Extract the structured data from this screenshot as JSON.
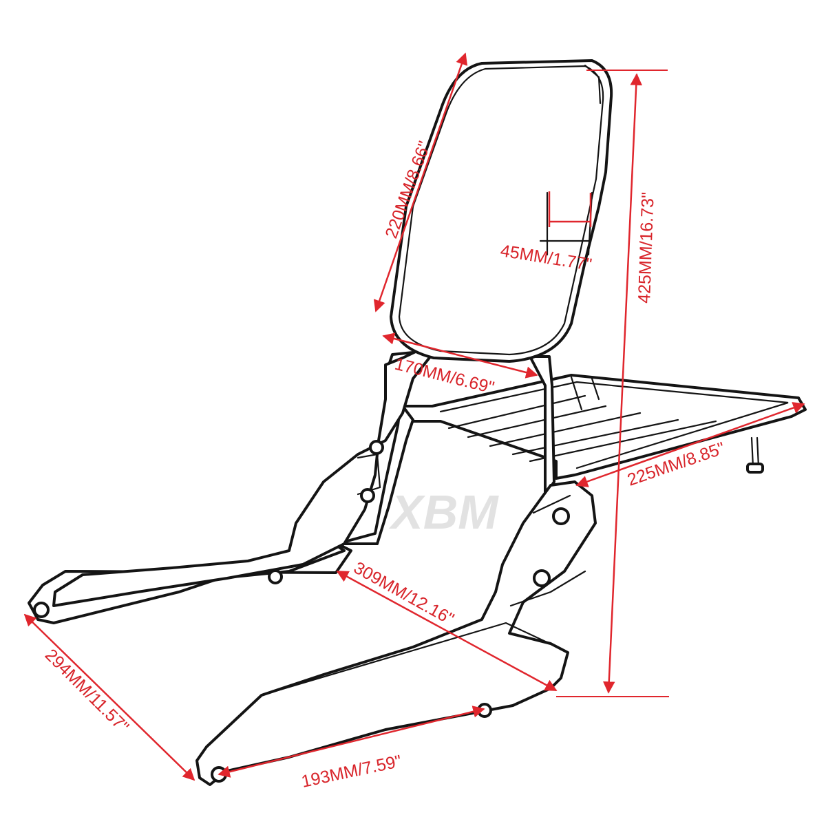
{
  "watermark": "XBM",
  "dimensions": {
    "pad_height": "220MM/8.66\"",
    "pad_thickness": "45MM/1.77\"",
    "pad_width": "170MM/6.69\"",
    "total_height": "425MM/16.73\"",
    "rack_width": "225MM/8.85\"",
    "bracket_length": "309MM/12.16\"",
    "mount_span": "294MM/11.57\"",
    "hole_spacing": "193MM/7.59\""
  },
  "colors": {
    "dimension": "#e0262d",
    "outline": "#141414"
  }
}
